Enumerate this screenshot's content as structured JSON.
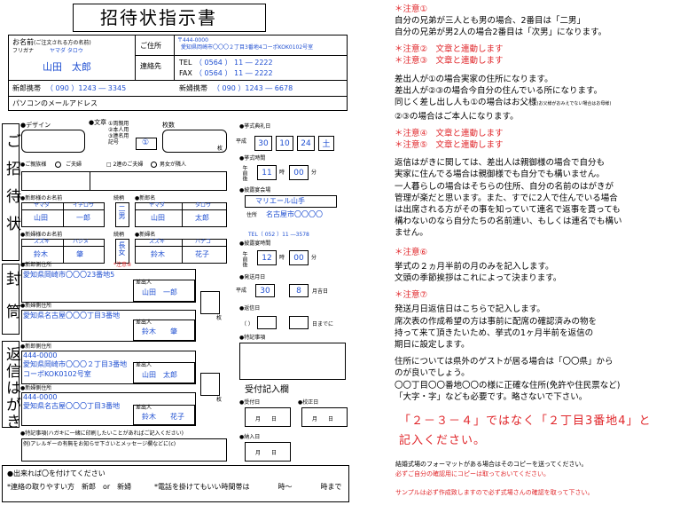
{
  "title": "招待状指示書",
  "name_section": {
    "label": "お名前",
    "label_note": "(ご注文される方の名前)",
    "furigana_label": "フリガナ",
    "furigana": "ヤマダ タロウ",
    "value": "山田　太郎",
    "address_label": "ご住所",
    "postal": "〒444-0000",
    "address": "愛知県岡崎市〇〇〇２丁目3番地4コーポKOK0102号室",
    "contact_label": "連絡先",
    "tel_label": "TEL",
    "tel": "（ 0564 ） 11 ― 2222",
    "fax_label": "FAX",
    "fax": "（ 0564 ） 11 ― 2222",
    "groom_mobile_label": "新郎携帯",
    "groom_mobile": "（ 090 ）1243 ― 3345",
    "bride_mobile_label": "新婦携帯",
    "bride_mobile": "（ 090 ）1243 ― 6678",
    "email_label": "パソコンのメールアドレス"
  },
  "side_labels": {
    "invite": "ご招待状",
    "envelope": "封筒",
    "reply": "返信はがき"
  },
  "form": {
    "design": "●デザイン",
    "wording": "●文章",
    "wording_options": [
      "①両親用",
      "②本人用",
      "③連名用"
    ],
    "wording_code_label": "記号",
    "wording_code": "①",
    "count_label": "枚数",
    "count_unit": "枚",
    "guest_types": [
      "ご親族様",
      "ご夫婦",
      "2連のご夫婦",
      "男女が隣人"
    ],
    "groom_name_label": "●新郎様のお名前",
    "groom_name_furigana": [
      "ヤマダ",
      "イチロウ"
    ],
    "groom_name": [
      "山田",
      "一郎"
    ],
    "relation_label": "続柄",
    "groom_relation": "二男",
    "groom_label": "●新郎名",
    "groom_furigana": [
      "ヤマダ",
      "タロウ"
    ],
    "groom": [
      "山田",
      "太郎"
    ],
    "bride_parent_label": "●新婦様のお名前",
    "bride_parent_furigana": [
      "スズキ",
      "ハジメ"
    ],
    "bride_parent": [
      "鈴木",
      "肇"
    ],
    "bride_relation": "長女",
    "bride_label": "●新婦名",
    "bride_furigana": [
      "スズキ",
      "ハナコ"
    ],
    "bride": [
      "鈴木",
      "花子"
    ],
    "notice_mark": "*注意④",
    "env_groom_addr_label": "●新郎側住所",
    "env_groom_addr": "愛知県岡崎市〇〇〇23番地5",
    "sender_label": "差出人",
    "env_groom_sender": "山田　一郎",
    "env_bride_addr_label": "●新婦側住所",
    "env_bride_addr": "愛知県名古屋〇〇〇丁目3番地",
    "env_bride_sender": "鈴木　　肇",
    "ret_groom_addr_label": "●新郎側住所",
    "ret_groom_postal": "444-0000",
    "ret_groom_addr1": "愛知県岡崎市〇〇〇２丁目3番地",
    "ret_groom_addr2": "コーポKOK0102号室",
    "ret_groom_sender": "山田　太郎",
    "ret_bride_addr_label": "●新婦側住所",
    "ret_bride_postal": "444-0000",
    "ret_bride_addr": "愛知県名古屋〇〇〇丁目3番地",
    "ret_bride_sender": "鈴木　　花子",
    "sheet_unit": "枚",
    "remarks_label": "●特記事項(ハガキに一緒に印刷したいことがあればご記入ください)",
    "remarks_example": "例)アレルギーの有無をお知らせ下さいとメッセージ欄などに(c)",
    "ceremony_date_label": "●挙式典礼日",
    "era": "平成",
    "year": "30",
    "month": "10",
    "day": "24",
    "weekday": "土",
    "ceremony_time_label": "●挙式時間",
    "ampm": "午前後",
    "ceremony_hour": "11",
    "hour_unit": "時",
    "ceremony_min": "00",
    "min_unit": "分",
    "venue_label": "●披露宴会場",
    "venue": "マリエール山手",
    "venue_addr_label": "住所",
    "venue_addr": "名古屋市〇〇〇〇",
    "venue_tel": "TEL（ 052 ）11 ―3578",
    "reception_time_label": "●披露宴時間",
    "reception_hour": "12",
    "reception_min": "00",
    "send_label": "●発送月日",
    "send_era": "平成",
    "send_year": "30",
    "send_month": "8",
    "send_day_unit": "月吉日",
    "reply_label": "●返信日",
    "reply_paren": "（ ）",
    "reply_unit": "日までに",
    "special_label": "●特記事項",
    "receipt_title": "受付記入欄",
    "receipt_items": [
      "●受付日",
      "●校正日",
      "●納入日"
    ],
    "month_day": "月　　日",
    "bottom_note": "●出来れば〇を付けてください",
    "bottom_contact": "*連絡の取りやすい方　新郎　or　新婦",
    "bottom_time": "*電話を掛けてもいい時間帯は　　　　時〜　　　　時まで"
  },
  "notes": {
    "n1_title": "＊注意①",
    "n1_lines": [
      "自分の兄弟が三人とも男の場合、2番目は「二男」",
      "自分の兄弟が男2人の場合2番目は「次男」になります。"
    ],
    "n2_title": "＊注意②　文章と連動します",
    "n3_title": "＊注意③　文章と連動します",
    "n23_lines": [
      "差出人が①の場合実家の住所になります。",
      "差出人が②③の場合今自分の住んでいる所になります。",
      "同じく差し出し人も①の場合はお父様",
      "②③の場合はご本人になります。"
    ],
    "n23_small": "(お父様がおみえでない場合はお母様)",
    "n4_title": "＊注意④　文章と連動します",
    "n5_title": "＊注意⑤　文章と連動します",
    "n45_lines": [
      "返信はがきに関しては、差出人は親御様の場合で自分も",
      "実家に住んでる場合は親御様でも自分でも構いません。",
      "一人暮らしの場合はそちらの住所、自分の名前のはがきが",
      "管理が楽だと思います。また、すでに2人で住んでいる場合",
      "は出席される方がその事を知っていて連名で返事を貰っても",
      "構わないのなら自分たちの名前連い、もしくは連名でも構い",
      "ません。"
    ],
    "n6_title": "＊注意⑥",
    "n6_lines": [
      "挙式の２ヵ月半前の月のみを記入します。",
      "文頭の季節挨拶はこれによって決まります。"
    ],
    "n7_title": "＊注意⑦",
    "n7_lines": [
      "発送月日返信日はこちらで記入します。",
      "席次表の作成希望の方は事前に配席の確認済みの物を",
      "持って来て頂きたいため、挙式の1ヶ月半前を返信の",
      "期日に設定します。"
    ],
    "addr_lines": [
      "住所については県外のゲストが居る場合は「〇〇県」から",
      "のが良いでしょう。",
      "〇〇丁目〇〇番地〇〇の様に正確な住所(免許や住民票など)",
      "「大字・字」なども必要です。略さないで下さい。"
    ],
    "big_red_1": "「２－３－４」ではなく「２丁目3番地4」と",
    "big_red_2": "記入ください。",
    "format_note": "結婚式場のフォーマットがある場合はそのコピーを送ってください。",
    "format_red": "必ずご自分の確認用にコピーは取っておいてください。",
    "sample_red": "サンプルは必ず作成致しますので必ず式場さんの確認を取って下さい。"
  }
}
